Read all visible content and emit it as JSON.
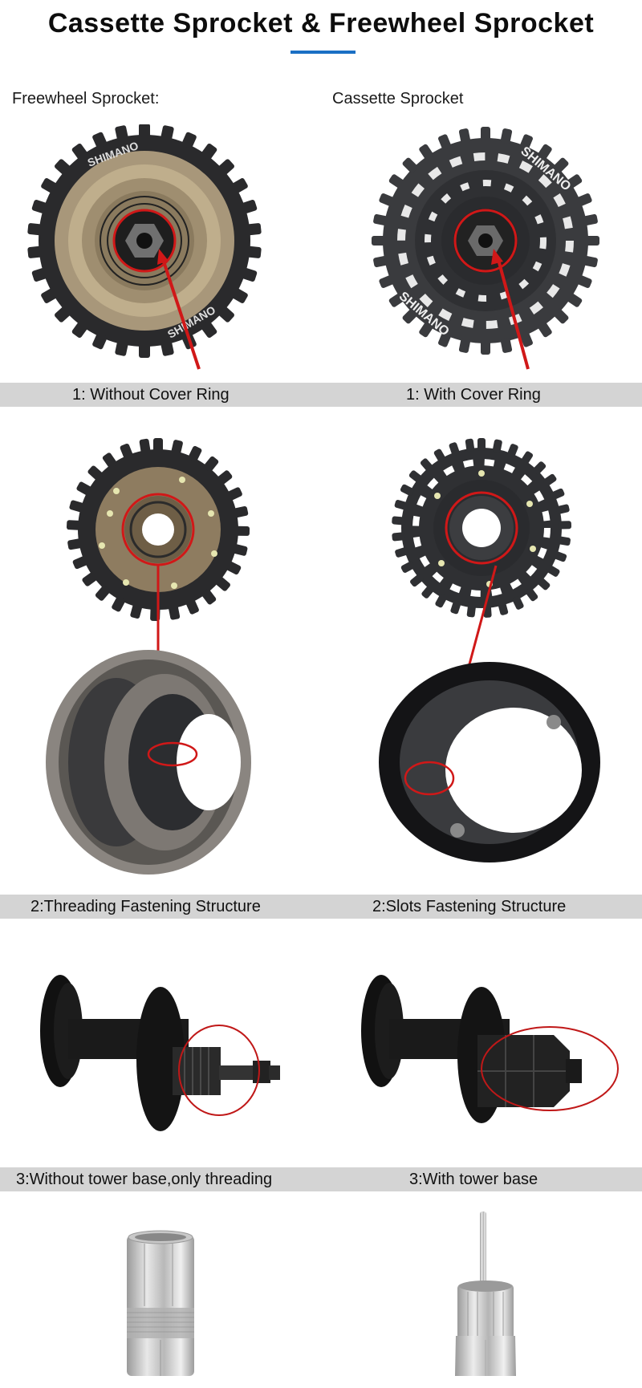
{
  "header": {
    "title": "Cassette Sprocket & Freewheel Sprocket",
    "underline_color": "#1a6fc4"
  },
  "columns": {
    "left_label": "Freewheel Sprocket:",
    "right_label": "Cassette Sprocket"
  },
  "comparisons": [
    {
      "left": "1: Without Cover Ring",
      "right": "1: With Cover Ring"
    },
    {
      "left": "2:Threading Fastening Structure",
      "right": "2:Slots Fastening Structure"
    },
    {
      "left": "3:Without tower base,only threading",
      "right": "3:With tower base"
    }
  ],
  "images": {
    "freewheel_front": "Freewheel sprocket front view (bronze/black, SHIMANO) with red circle on center nut",
    "cassette_front": "Cassette sprocket front view (black, SHIMANO CS-HG200-7) with red circle on center lockring",
    "freewheel_back": "Freewheel back view with red circle and arrow to threaded body",
    "freewheel_body": "Threaded freewheel body interior",
    "cassette_back": "Cassette back view with red circle and arrow to slotted spline",
    "cassette_spline": "Cassette slotted spline interior",
    "hub_threaded": "Black hub with threaded end circled",
    "hub_freehub": "Black hub with freehub body circled",
    "tool_freewheel": "Silver freewheel removal tool with knurled band",
    "tool_cassette": "Silver cassette lockring tool with guide pin"
  },
  "colors": {
    "bar_bg": "#d4d4d4",
    "annotation_red": "#d01818"
  }
}
